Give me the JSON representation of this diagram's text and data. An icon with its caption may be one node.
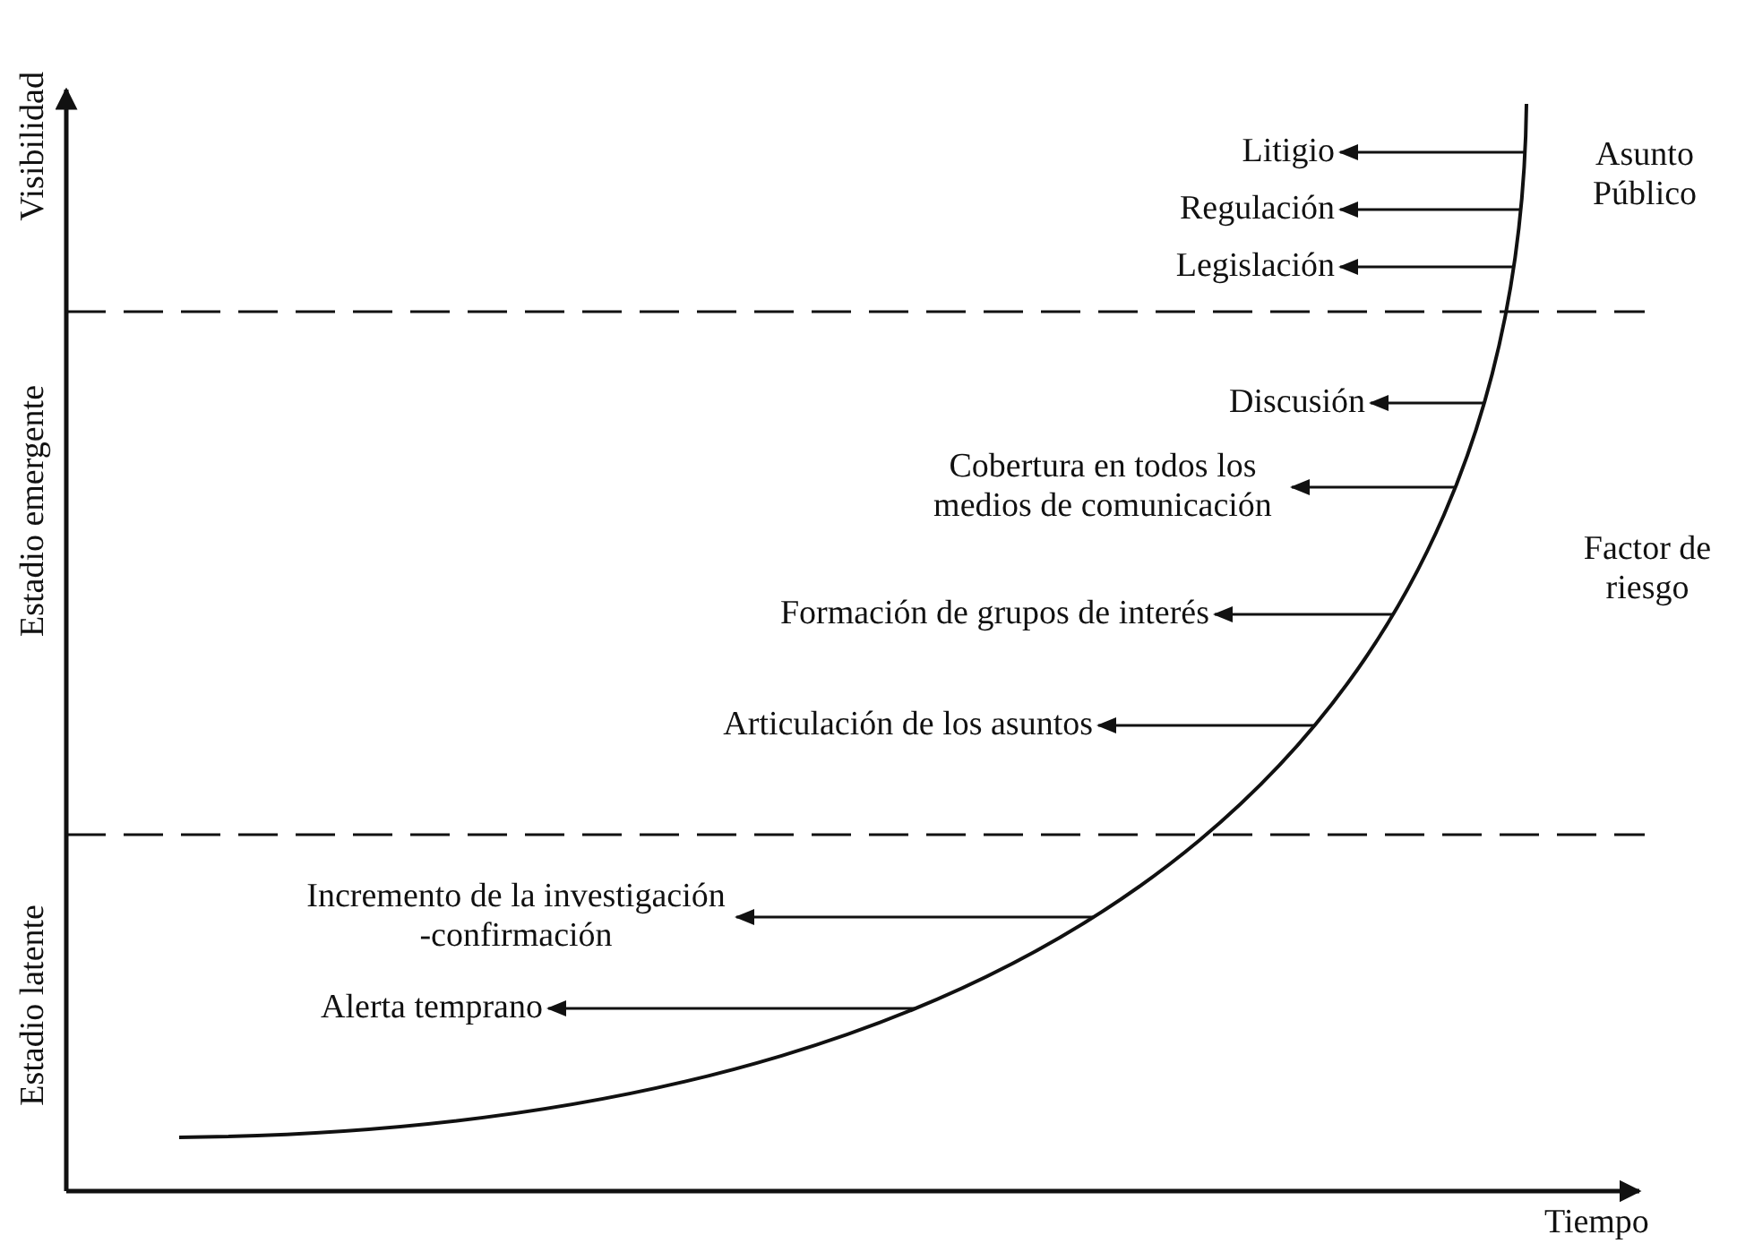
{
  "diagram": {
    "nodes": [
      {
        "text": [
          "Litigio"
        ]
      },
      {
        "text": [
          "Regulación"
        ]
      },
      {
        "text": [
          "Legislación"
        ]
      },
      {
        "text": [
          "Discusión"
        ]
      },
      {
        "text": [
          "Cobertura en todos los medios de comunicación"
        ]
      },
      {
        "text": [
          "Formación de grupos de interés"
        ]
      },
      {
        "text": [
          "Articulación de los asuntos"
        ]
      },
      {
        "text": [
          "Incremento de la investigación -confirmación"
        ]
      },
      {
        "text": [
          "Alerta temprano"
        ]
      }
    ],
    "edges": [
      {
        "from": null,
        "to": 0,
        "arrow": "to"
      },
      {
        "from": null,
        "to": 1,
        "arrow": "to"
      },
      {
        "from": null,
        "to": 2,
        "arrow": "to"
      },
      {
        "from": null,
        "to": 3,
        "arrow": "to"
      },
      {
        "from": null,
        "to": 4,
        "arrow": "to"
      },
      {
        "from": null,
        "to": 5,
        "arrow": "to"
      },
      {
        "from": null,
        "to": 6,
        "arrow": "to"
      },
      {
        "from": null,
        "to": 7,
        "arrow": "to"
      },
      {
        "from": null,
        "to": 8,
        "arrow": "to"
      }
    ],
    "labels": [
      "Visibilidad",
      "Asunto Público",
      "Estadio emergente",
      "Factor de riesgo",
      "Estadio latente",
      "Tiempo"
    ]
  }
}
